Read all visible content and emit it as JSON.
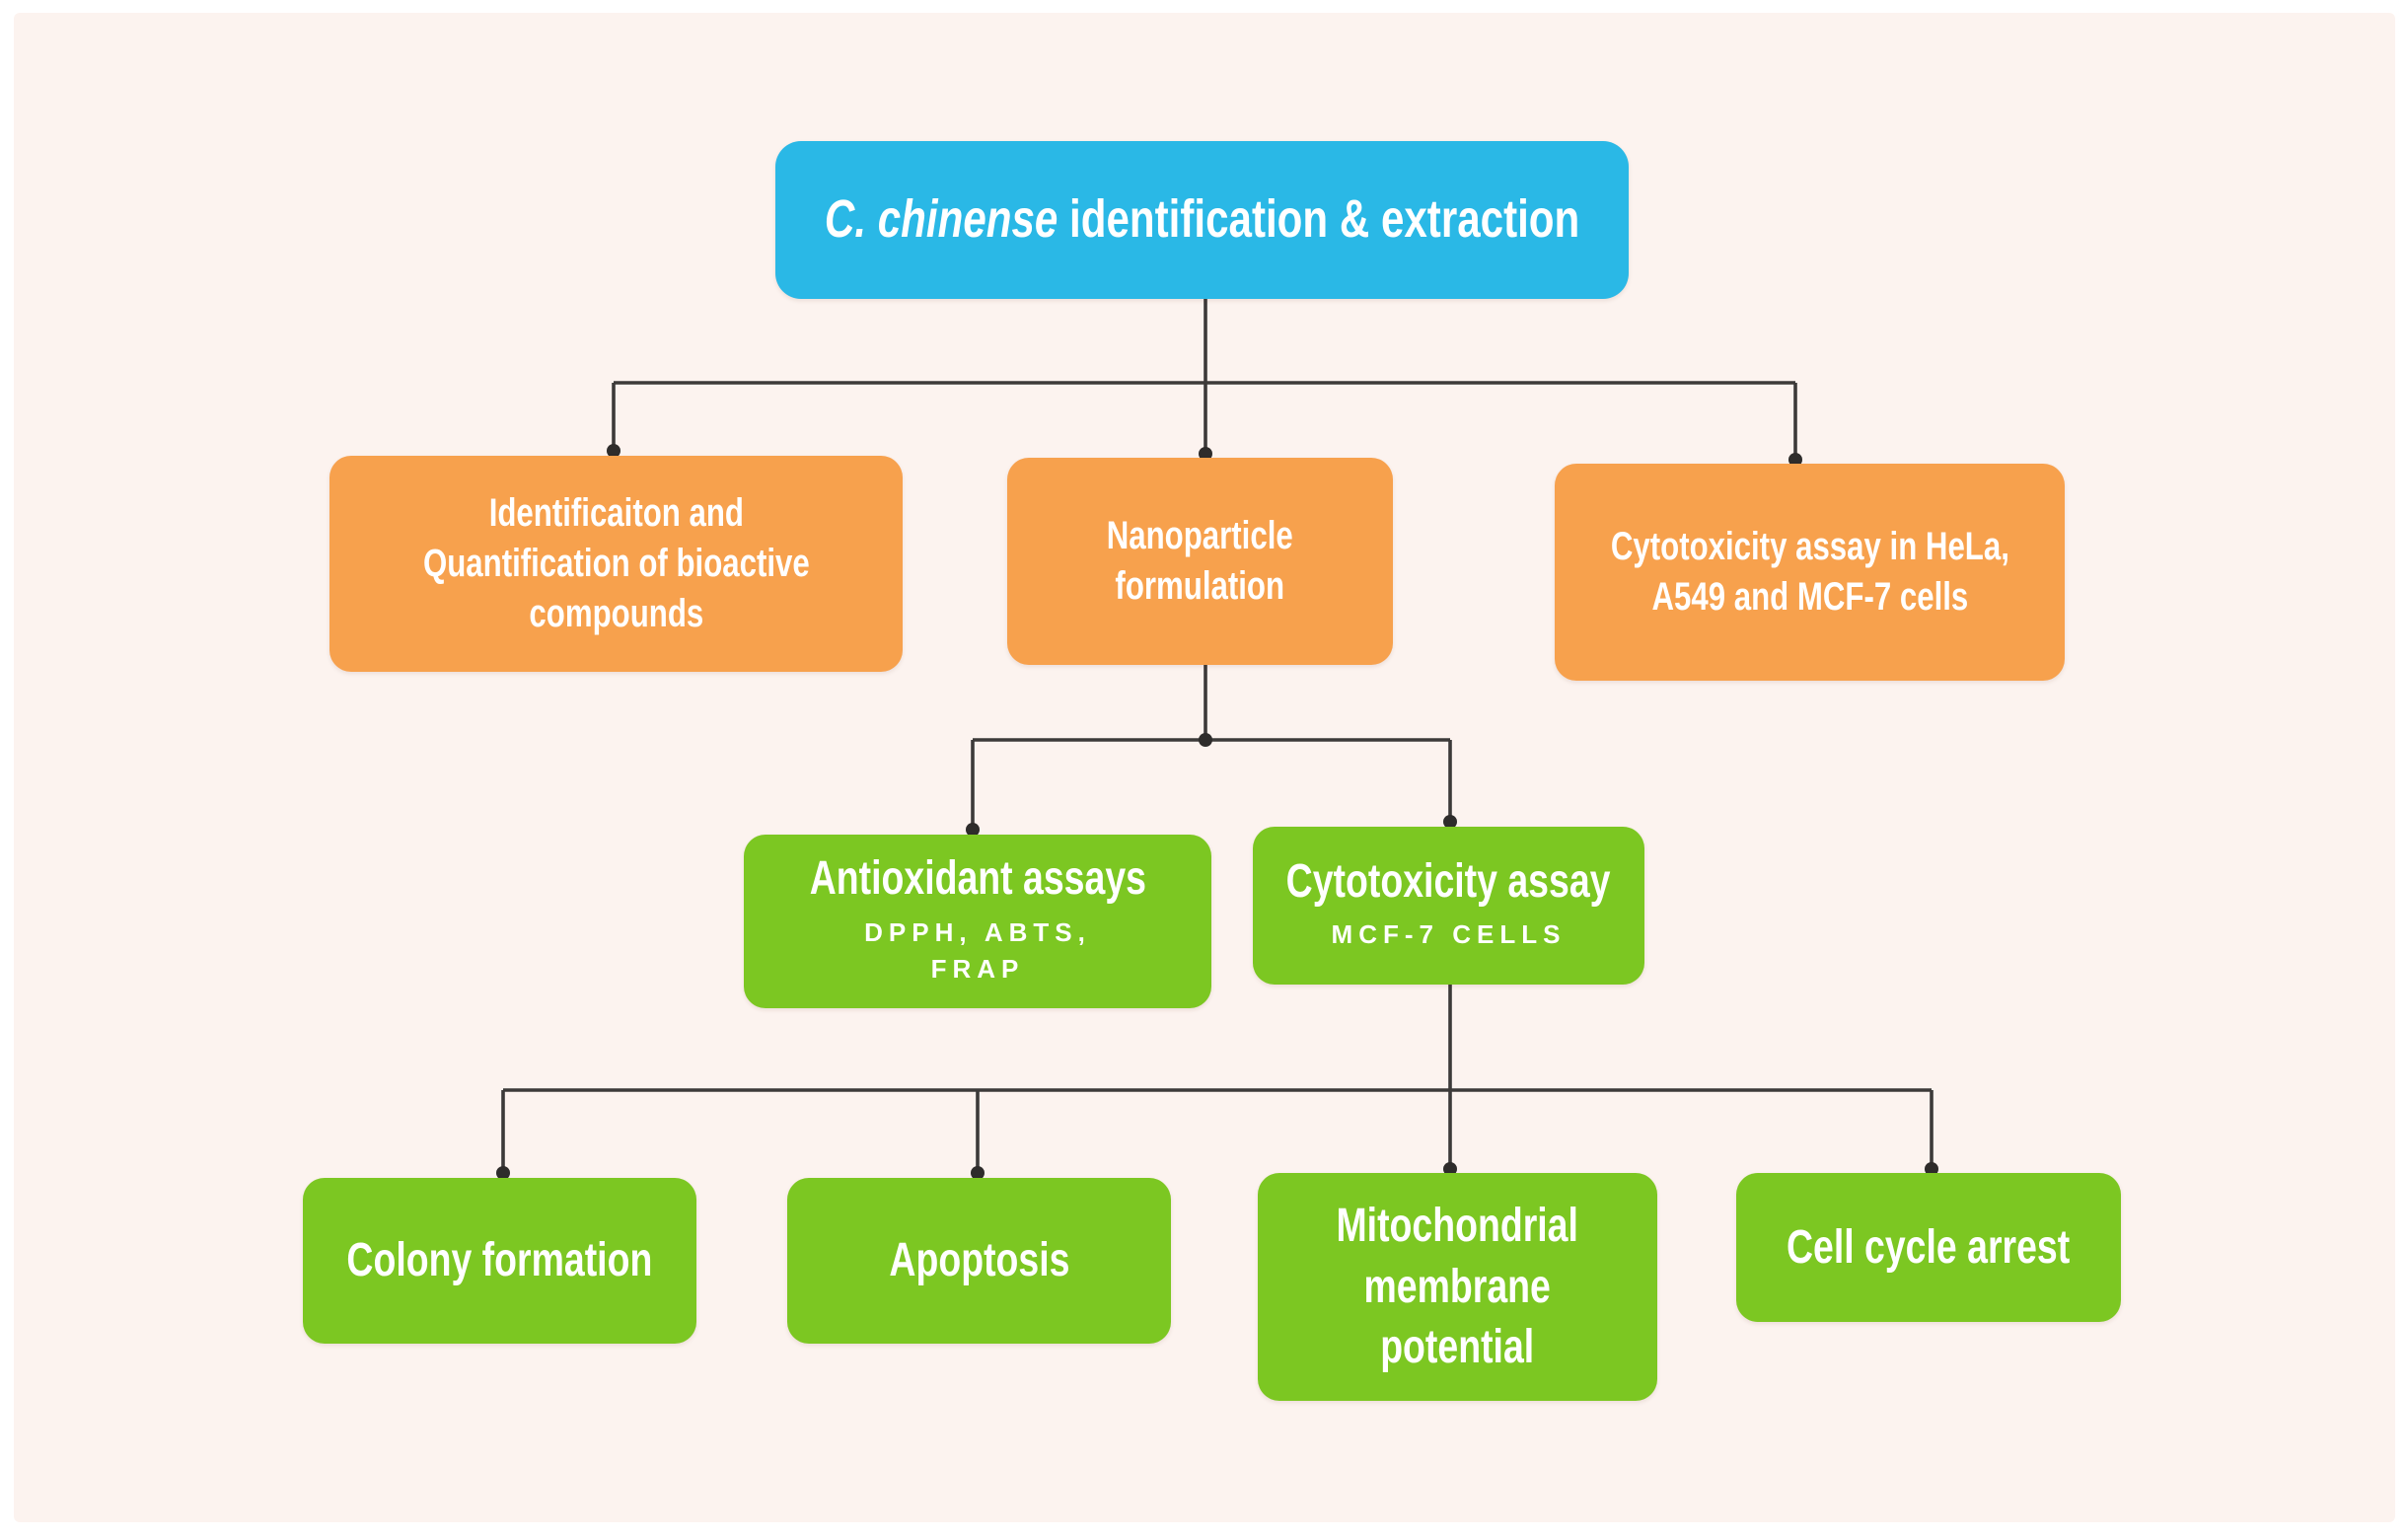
{
  "palette": {
    "background": "#fcf3ef",
    "page_border": "#ffffff",
    "root_fill": "#2ab8e6",
    "level2_fill": "#f7a14d",
    "level3_fill": "#7cc722",
    "connector": "#3c3a39",
    "text": "#ffffff"
  },
  "flowchart": {
    "root": {
      "title_italic": "C. chinense",
      "title_rest": " identification & extraction"
    },
    "level2": [
      {
        "label": [
          "Identificaiton and",
          "Quantification of bioactive",
          "compounds"
        ]
      },
      {
        "label": [
          "Nanoparticle",
          "formulation"
        ]
      },
      {
        "label": [
          "Cytotoxicity assay in HeLa,",
          "A549 and MCF-7 cells"
        ]
      }
    ],
    "level3": [
      {
        "label": "Antioxidant assays",
        "sub": [
          "DPPH, ABTS,",
          "FRAP"
        ]
      },
      {
        "label": "Cytotoxicity assay",
        "sub": "MCF-7 CELLS"
      }
    ],
    "level4": [
      {
        "label": "Colony formation"
      },
      {
        "label": "Apoptosis"
      },
      {
        "label": [
          "Mitochondrial",
          "membrane",
          "potential"
        ]
      },
      {
        "label": "Cell cycle arrest"
      }
    ]
  }
}
